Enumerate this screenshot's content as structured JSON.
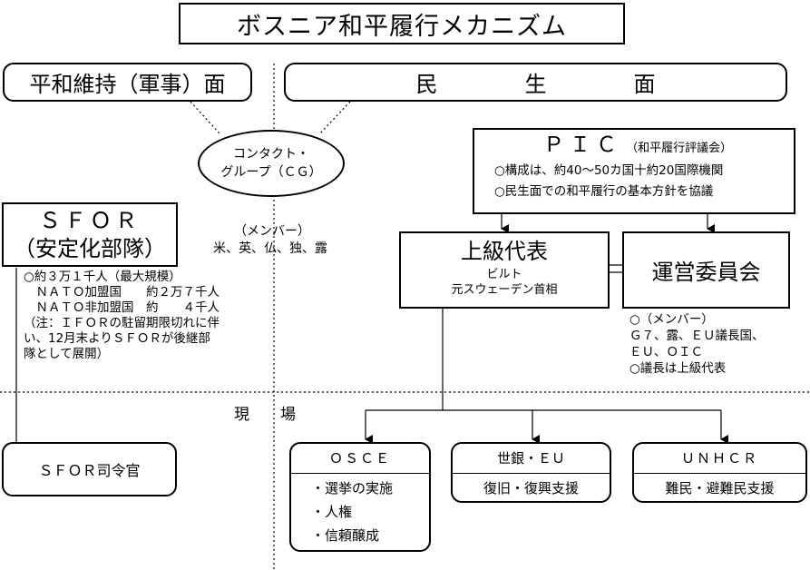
{
  "title": "ボスニア和平履行メカニズム",
  "military_header": "平和維持（軍事）面",
  "civil_header": "民　　　　生　　　　面",
  "contact_group": {
    "line1": "コンタクト・",
    "line2": "グループ（ＣＧ）"
  },
  "members": {
    "label": "（メンバー）",
    "list": "米、英、仏、独、露"
  },
  "sfor": {
    "title": "ＳＦＯＲ",
    "subtitle": "（安定化部隊）",
    "notes": [
      "○約３万１千人（最大規模）",
      "　ＮＡＴＯ加盟国　　約２万７千人",
      "　ＮＡＴＯ非加盟国　約　　４千人",
      "（注：ＩＦＯＲの駐留期限切れに伴",
      "い、12月末よりＳＦＯＲが後継部",
      "隊として展開）"
    ]
  },
  "pic": {
    "title": "ＰＩＣ",
    "subtitle": "（和平履行評議会）",
    "items": [
      "○構成は、約40～50カ国十約20国際機関",
      "○民生面での和平履行の基本方針を協議"
    ]
  },
  "high_rep": {
    "title": "上級代表",
    "name": "ビルト",
    "role": "元スウェーデン首相"
  },
  "steering": {
    "title": "運営委員会",
    "notes": [
      "○（メンバー）",
      "Ｇ７、露、ＥＵ議長国、",
      "ＥＵ、ＯＩＣ",
      "○議長は上級代表"
    ]
  },
  "field_label": "現　　場",
  "sfor_commander": "ＳＦＯＲ司令官",
  "osce": {
    "title": "ＯＳＣＥ",
    "items": [
      "・選挙の実施",
      "・人権",
      "・信頼醸成"
    ]
  },
  "worldbank": {
    "title": "世銀・ＥＵ",
    "body": "復旧・復興支援"
  },
  "unhcr": {
    "title": "ＵＮＨＣＲ",
    "body": "難民・避難民支援"
  }
}
